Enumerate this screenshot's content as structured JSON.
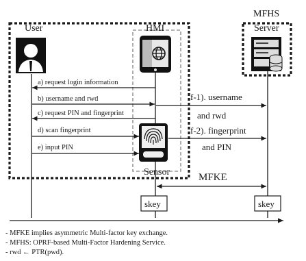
{
  "actors": {
    "user": "User",
    "hmi": "HMI",
    "mfhs_title": "MFHS",
    "server": "Server",
    "sensor": "Sensor"
  },
  "messages": {
    "a": "a) request login information",
    "b": "b) username and rwd",
    "c": "c) request PIN and fingerprint",
    "d": "d) scan fingerprint",
    "e": "e) input PIN",
    "f1_line1": "f-1). username",
    "f1_line2": "and rwd",
    "f2_line1": "f-2). fingerprint",
    "f2_line2": "and PIN"
  },
  "protocol": "MFKE",
  "keys": {
    "hmi": "skey",
    "server": "skey"
  },
  "notes": [
    "-  MFKE implies asymmetric Multi-factor key exchange.",
    "-  MFHS: OPRF-based Multi-Factor Hardening Service.",
    "-  rwd ← PTR(pwd)."
  ],
  "colors": {
    "ink": "#1a1a1a",
    "box": "#888888",
    "icon_bg": "#111111"
  },
  "icons": [
    "user-avatar-icon",
    "phone-globe-icon",
    "server-database-icon",
    "fingerprint-sensor-icon"
  ]
}
